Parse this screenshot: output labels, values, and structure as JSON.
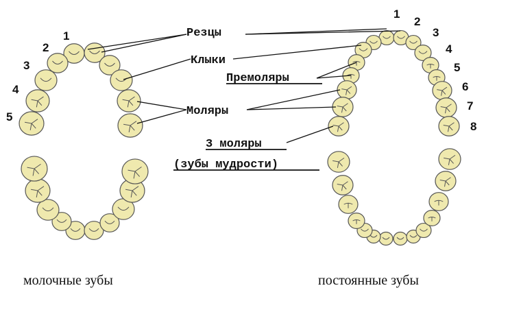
{
  "labels": {
    "incisors": "Резцы",
    "canines": "Клыки",
    "premolars": "Премоляры",
    "molars": "Моляры",
    "third_molars": "3 моляры",
    "wisdom_teeth": "(зубы мудрости)"
  },
  "captions": {
    "primary": "молочные зубы",
    "permanent": "постоянные зубы"
  },
  "primary_numbers": [
    "1",
    "2",
    "3",
    "4",
    "5"
  ],
  "permanent_numbers": [
    "1",
    "2",
    "3",
    "4",
    "5",
    "6",
    "7",
    "8"
  ],
  "colors": {
    "tooth_fill": "#efe9ae",
    "outline": "#555555",
    "text": "#111111"
  }
}
